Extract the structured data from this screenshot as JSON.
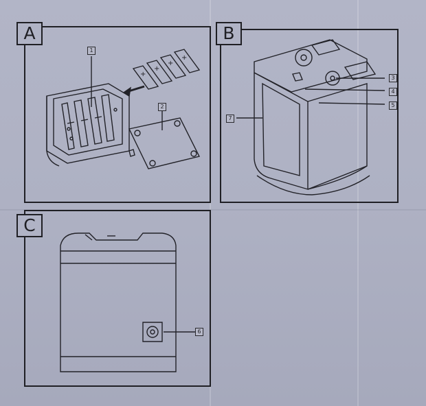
{
  "panels": [
    {
      "id": "A",
      "label": "A"
    },
    {
      "id": "B",
      "label": "B"
    },
    {
      "id": "C",
      "label": "C"
    }
  ],
  "callouts": {
    "c1": "1",
    "c2": "2",
    "c3": "3",
    "c4": "4",
    "c5": "5",
    "c6": "6",
    "c7": "7"
  },
  "battery_symbol": "+"
}
